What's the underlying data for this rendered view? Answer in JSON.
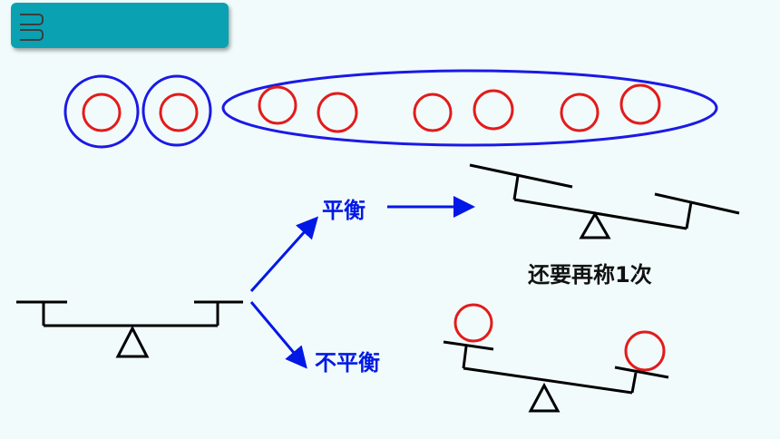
{
  "header": {
    "accent_color": "#0aa2b3",
    "icon": "ring-binder-icon"
  },
  "labels": {
    "balanced": "平衡",
    "weigh_again": "还要再称1次",
    "unbalanced": "不平衡"
  },
  "groups": {
    "small_groups": 2,
    "large_group_items": 6
  },
  "colors": {
    "group_outline": "#1a1ae6",
    "item": "#e31b1b",
    "arrow": "#0018e6",
    "scale": "#000000"
  }
}
